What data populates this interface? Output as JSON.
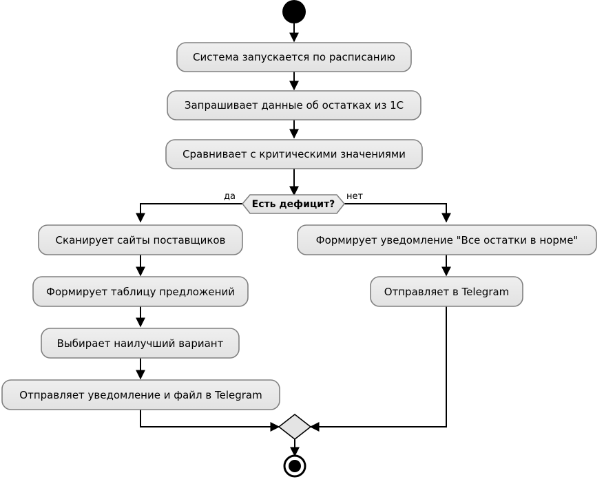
{
  "diagram": {
    "type": "uml-activity-diagram",
    "language": "ru",
    "background": "#ffffff",
    "node_fill": "#e9e9e9",
    "node_stroke": "#808080",
    "line_color": "#000000",
    "start_node": {
      "name": "start-node",
      "shape": "filled-circle"
    },
    "final_node": {
      "name": "final-node",
      "shape": "circle-in-ring"
    },
    "merge_node": {
      "name": "merge-node",
      "shape": "diamond"
    },
    "decision": {
      "label": "Есть дефицит?",
      "shape": "hexagon",
      "branch_yes": "да",
      "branch_no": "нет"
    },
    "activities": {
      "a1": "Система запускается по расписанию",
      "a2": "Запрашивает данные об остатках из 1С",
      "a3": "Сравнивает с критическими значениями",
      "left1": "Сканирует сайты поставщиков",
      "left2": "Формирует таблицу предложений",
      "left3": "Выбирает наилучший вариант",
      "left4": "Отправляет уведомление и файл в Telegram",
      "right1": "Формирует уведомление \"Все остатки в норме\"",
      "right2": "Отправляет в Telegram"
    }
  }
}
